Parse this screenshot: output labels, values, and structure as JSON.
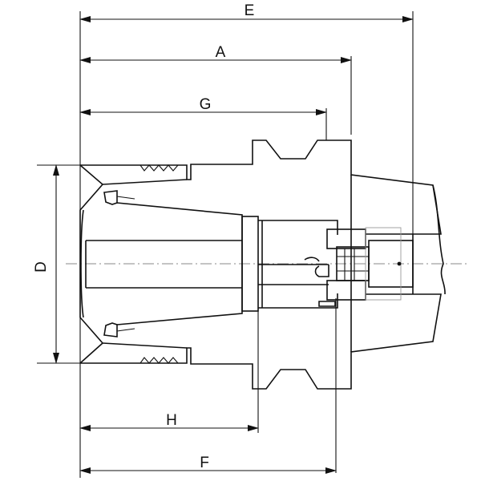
{
  "dimensions": {
    "E": "E",
    "A": "A",
    "G": "G",
    "D": "D",
    "H": "H",
    "F": "F"
  },
  "colors": {
    "line": "#111111",
    "centerline": "#888888",
    "background": "#ffffff"
  }
}
